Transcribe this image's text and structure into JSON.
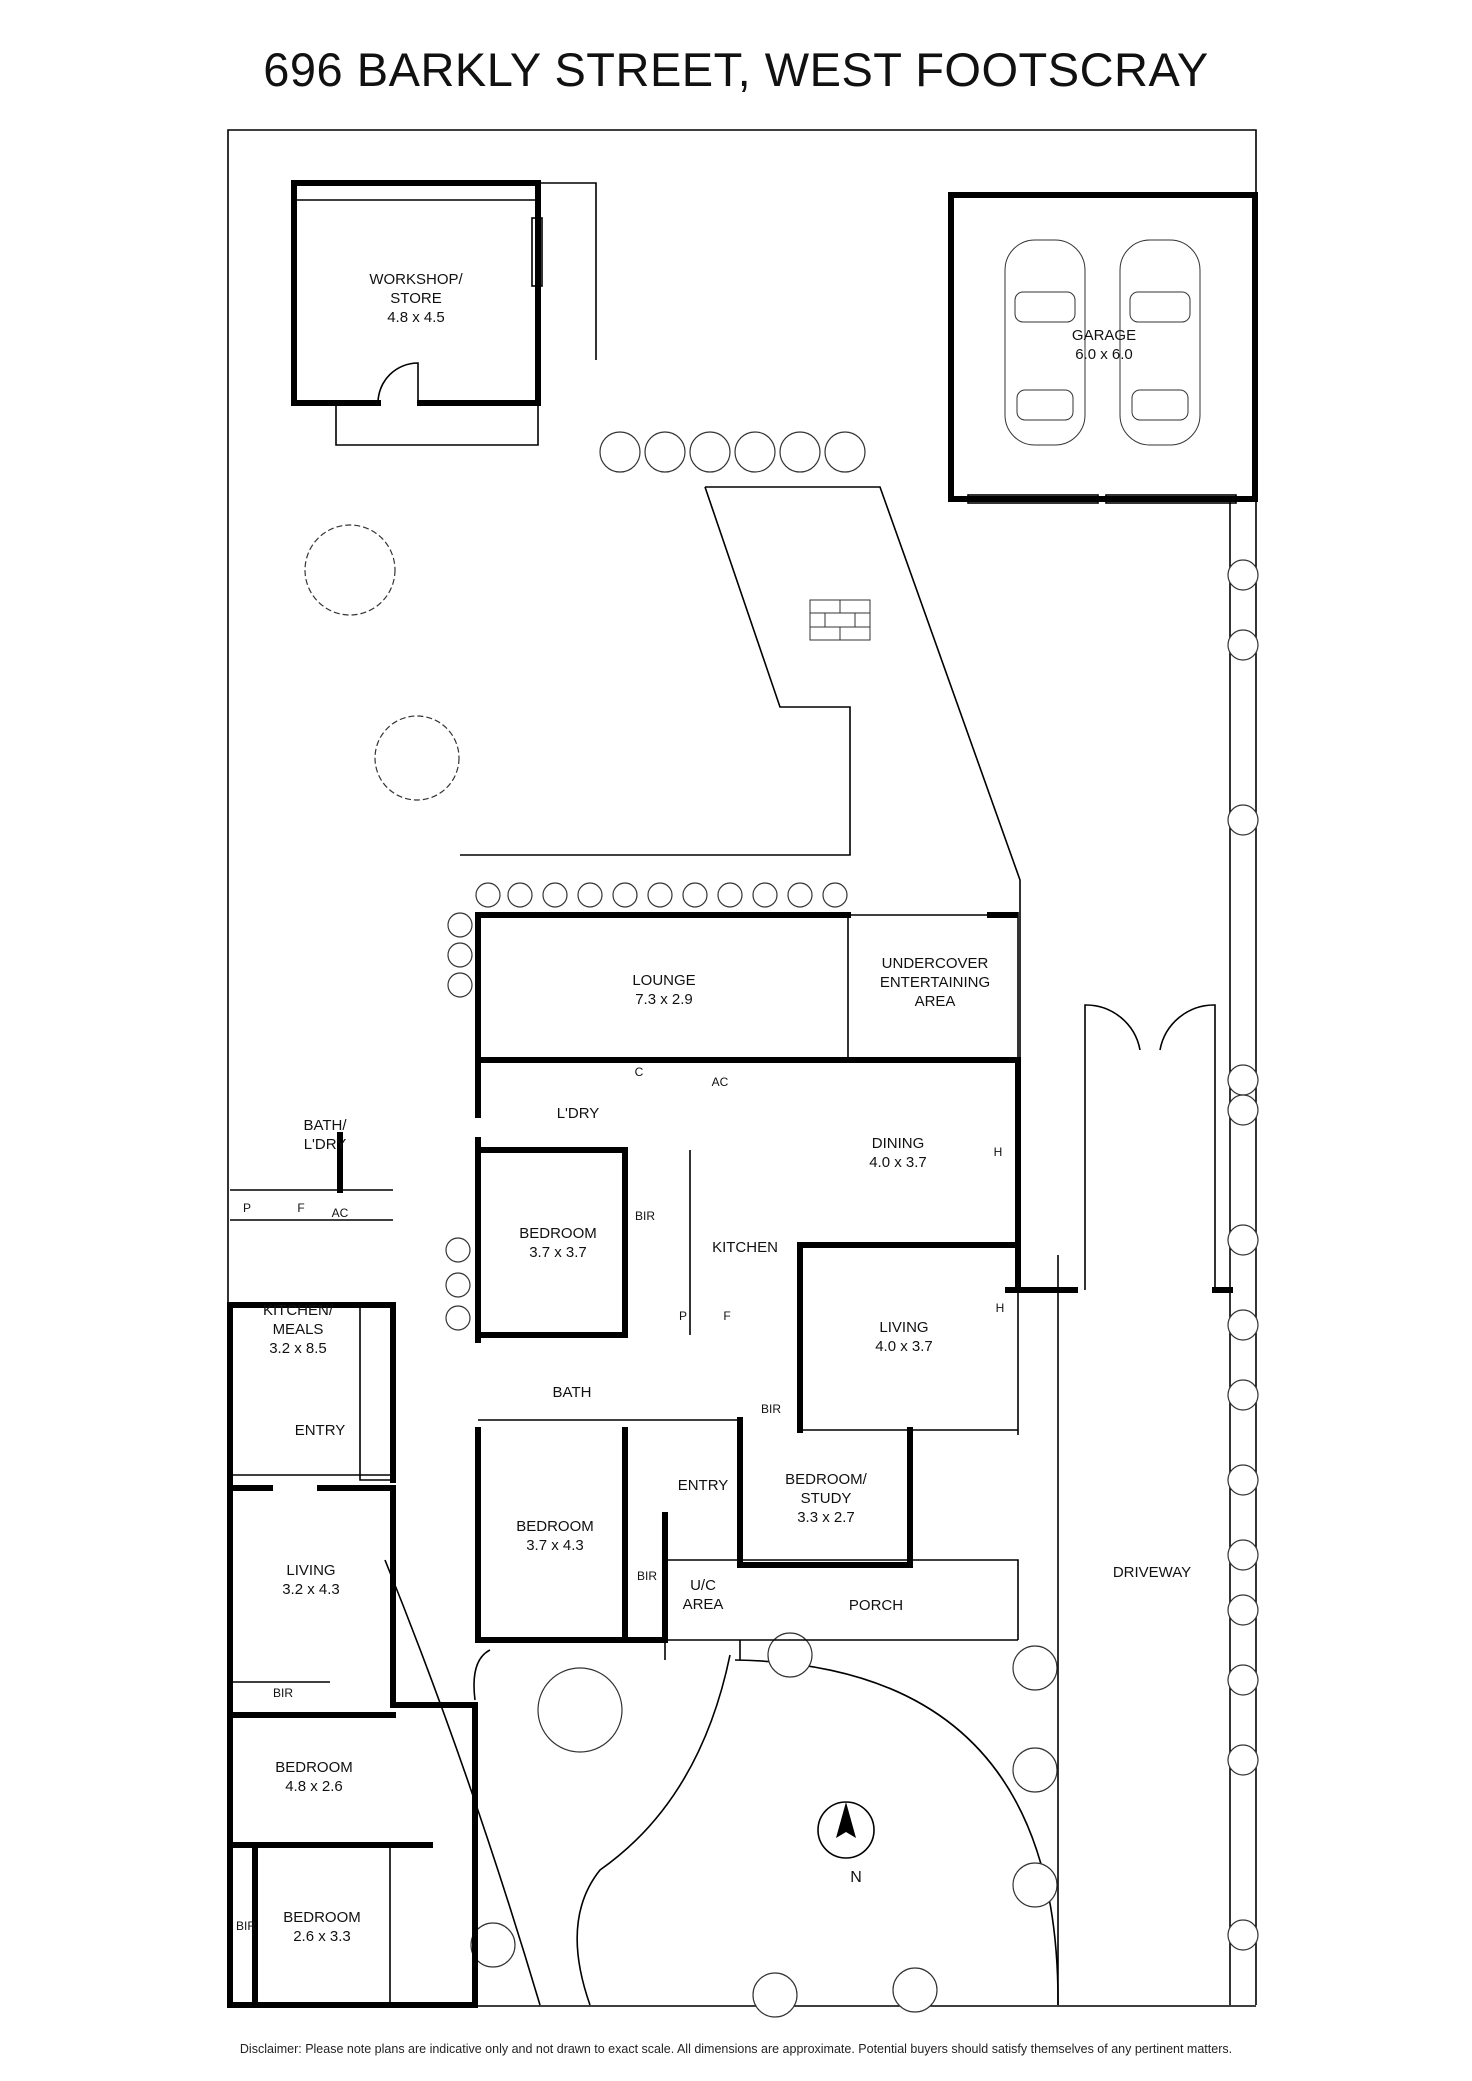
{
  "title": "696 BARKLY STREET, WEST FOOTSCRAY",
  "disclaimer": "Disclaimer: Please note plans are indicative only and not drawn to exact scale. All dimensions are approximate. Potential buyers should satisfy themselves of any pertinent matters.",
  "rooms": {
    "workshop": {
      "line1": "WORKSHOP/",
      "line2": "STORE",
      "dims": "4.8 x 4.5"
    },
    "garage": {
      "line1": "GARAGE",
      "dims": "6.0 x 6.0"
    },
    "lounge": {
      "line1": "LOUNGE",
      "dims": "7.3 x 2.9"
    },
    "undercover": {
      "line1": "UNDERCOVER",
      "line2": "ENTERTAINING",
      "line3": "AREA"
    },
    "bath_ldry_left": {
      "line1": "BATH/",
      "line2": "L'DRY"
    },
    "ldry": {
      "line1": "L'DRY"
    },
    "dining": {
      "line1": "DINING",
      "dims": "4.0 x 3.7"
    },
    "bedroom_a": {
      "line1": "BEDROOM",
      "dims": "3.7 x 3.7"
    },
    "kitchen": {
      "line1": "KITCHEN"
    },
    "living_right": {
      "line1": "LIVING",
      "dims": "4.0 x 3.7"
    },
    "kitchen_meals": {
      "line1": "KITCHEN/",
      "line2": "MEALS",
      "dims": "3.2 x 8.5"
    },
    "bath": {
      "line1": "BATH"
    },
    "entry_left": {
      "line1": "ENTRY"
    },
    "entry_mid": {
      "line1": "ENTRY"
    },
    "bedroom_study": {
      "line1": "BEDROOM/",
      "line2": "STUDY",
      "dims": "3.3 x 2.7"
    },
    "bedroom_b": {
      "line1": "BEDROOM",
      "dims": "3.7 x 4.3"
    },
    "living_left": {
      "line1": "LIVING",
      "dims": "3.2 x 4.3"
    },
    "uc_area": {
      "line1": "U/C",
      "line2": "AREA"
    },
    "porch": {
      "line1": "PORCH"
    },
    "driveway": {
      "line1": "DRIVEWAY"
    },
    "bedroom_c": {
      "line1": "BEDROOM",
      "dims": "4.8 x 2.6"
    },
    "bedroom_d": {
      "line1": "BEDROOM",
      "dims": "2.6 x 3.3"
    }
  },
  "fixtures": {
    "p": "P",
    "f": "F",
    "ac": "AC",
    "c": "C",
    "h": "H",
    "bir": "BIR",
    "north": "N"
  }
}
